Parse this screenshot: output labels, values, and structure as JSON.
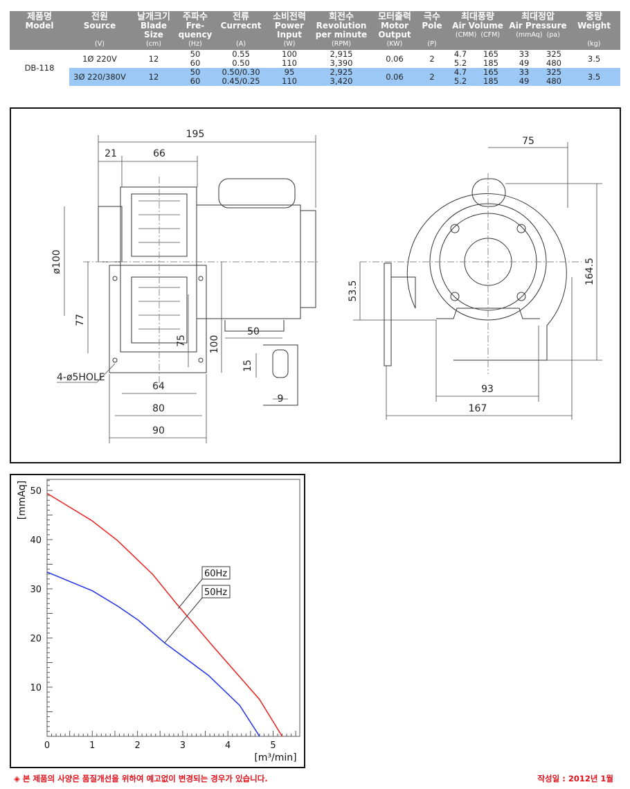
{
  "table": {
    "headers": [
      {
        "ko": "제품명",
        "en": "Model",
        "unit": ""
      },
      {
        "ko": "전원",
        "en": "Source",
        "unit": "(V)"
      },
      {
        "ko": "날개크기",
        "en": "Blade Size",
        "unit": "(cm)"
      },
      {
        "ko": "주파수",
        "en": "Fre- quency",
        "unit": "(Hz)"
      },
      {
        "ko": "전류",
        "en": "Currecnt",
        "unit": "(A)"
      },
      {
        "ko": "소비전력",
        "en": "Power Input",
        "unit": "(W)"
      },
      {
        "ko": "회전수",
        "en": "Revolution per minute",
        "unit": "(RPM)"
      },
      {
        "ko": "모터출력",
        "en": "Motor Output",
        "unit": "(KW)"
      },
      {
        "ko": "극수",
        "en": "Pole",
        "unit": "(P)"
      },
      {
        "ko": "최대풍량",
        "en": "Air Volume",
        "unit": "(CMM)",
        "unit2": "(CFM)"
      },
      {
        "ko": "최대정압",
        "en": "Air Pressure",
        "unit": "(mmAq)",
        "unit2": "(pa)"
      },
      {
        "ko": "중량",
        "en": "Weight",
        "unit": "(kg)"
      }
    ],
    "model": "DB-118",
    "rows": [
      {
        "source": "1Ø 220V",
        "blade": "12",
        "hz": [
          "50",
          "60"
        ],
        "current": [
          "0.55",
          "0.50"
        ],
        "power": [
          "100",
          "110"
        ],
        "rpm": [
          "2,915",
          "3,390"
        ],
        "motor": "0.06",
        "pole": "2",
        "cmm": [
          "4.7",
          "5.2"
        ],
        "cfm": [
          "165",
          "185"
        ],
        "mmaq": [
          "33",
          "49"
        ],
        "pa": [
          "325",
          "480"
        ],
        "weight": "3.5"
      },
      {
        "source": "3Ø 220/380V",
        "blade": "12",
        "hz": [
          "50",
          "60"
        ],
        "current": [
          "0.50/0.30",
          "0.45/0.25"
        ],
        "power": [
          "95",
          "110"
        ],
        "rpm": [
          "2,925",
          "3,420"
        ],
        "motor": "0.06",
        "pole": "2",
        "cmm": [
          "4.7",
          "5.2"
        ],
        "cfm": [
          "165",
          "185"
        ],
        "mmaq": [
          "33",
          "49"
        ],
        "pa": [
          "325",
          "480"
        ],
        "weight": "3.5"
      }
    ]
  },
  "drawing": {
    "dims": {
      "d195": "195",
      "d21": "21",
      "d66": "66",
      "d100dia": "ø100",
      "d77": "77",
      "d75": "75",
      "d100": "100",
      "d50": "50",
      "d15": "15",
      "d9": "9",
      "d64": "64",
      "d80": "80",
      "d90": "90",
      "hole": "4-ø5HOLE",
      "r75": "75",
      "r164": "164.5",
      "r53": "53.5",
      "r93": "93",
      "r167": "167"
    }
  },
  "chart_data": {
    "type": "line",
    "xlabel": "[m³/min]",
    "ylabel": "[mmAq]",
    "xlim": [
      0,
      5.5
    ],
    "ylim": [
      0,
      52
    ],
    "xticks": [
      "0",
      "1",
      "2",
      "3",
      "4",
      "5"
    ],
    "yticks": [
      "10",
      "20",
      "30",
      "40",
      "50"
    ],
    "series": [
      {
        "name": "60Hz",
        "color": "#e8201e",
        "x": [
          0,
          1,
          1.56,
          2.33,
          2.86,
          3.7,
          4.7,
          5.2
        ],
        "y": [
          49.4,
          43.8,
          39.8,
          33,
          27,
          18,
          7.5,
          0
        ]
      },
      {
        "name": "50Hz",
        "color": "#2030e8",
        "x": [
          0,
          1,
          1.56,
          2.02,
          2.6,
          3.57,
          4.26,
          4.7
        ],
        "y": [
          33.4,
          29.6,
          26.5,
          23.6,
          19,
          12.4,
          6.3,
          0
        ]
      }
    ]
  },
  "footer": {
    "notice": "◈ 본 제품의 사양은 품질개선을 위하여 예고없이 변경되는 경우가 있습니다.",
    "date": "작성일 : 2012년 1월"
  }
}
